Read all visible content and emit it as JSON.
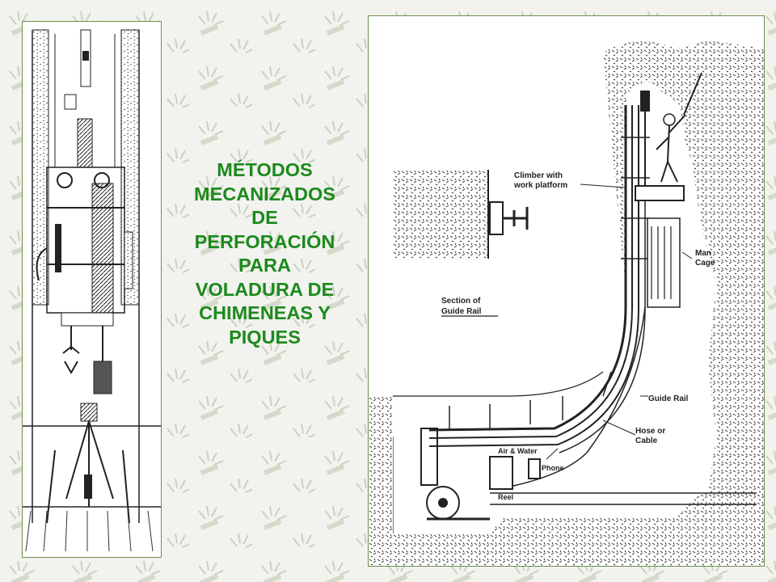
{
  "slide": {
    "background_color": "#f2f2ef",
    "watermark_color": "#c9d2be",
    "title_color": "#1c8a1c"
  },
  "title_lines": [
    "MÉTODOS",
    "MECANIZADOS",
    "DE",
    "PERFORACIÓN",
    "PARA",
    "VOLADURA DE",
    "CHIMENEAS Y",
    "PIQUES"
  ],
  "raise_climber_diagram": {
    "labels": {
      "climber": [
        "Climber with",
        "work platform"
      ],
      "section": [
        "Section of",
        "Guide Rail"
      ],
      "man_cage": [
        "Man",
        "Cage"
      ],
      "guide_rail": "Guide Rail",
      "hose": [
        "Hose or",
        "Cable"
      ],
      "air_water": "Air & Water",
      "phone": "Phone",
      "reel": "Reel"
    }
  }
}
